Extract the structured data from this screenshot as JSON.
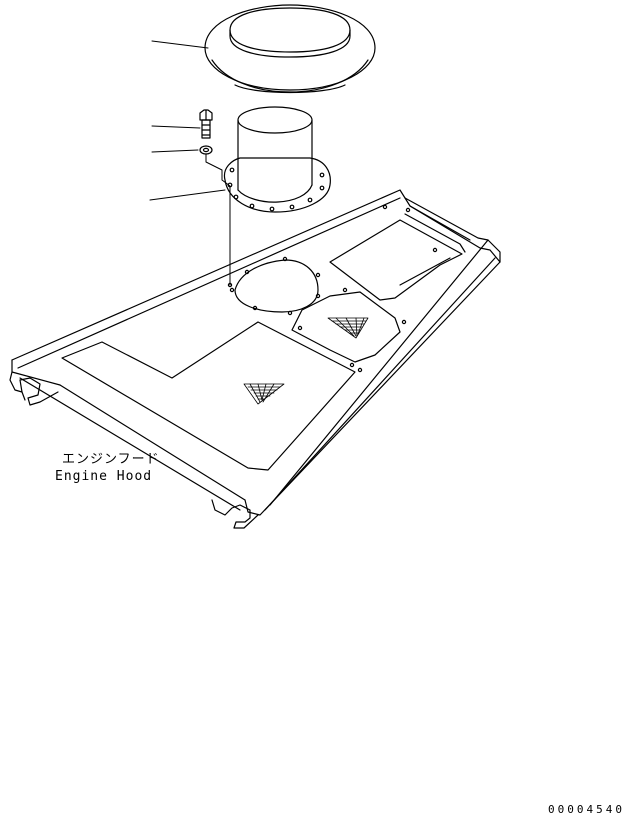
{
  "labels": {
    "hood_jp": "エンジンフード",
    "hood_en": "Engine Hood"
  },
  "drawing_number": "00004540",
  "colors": {
    "line": "#000000",
    "background": "#ffffff"
  }
}
